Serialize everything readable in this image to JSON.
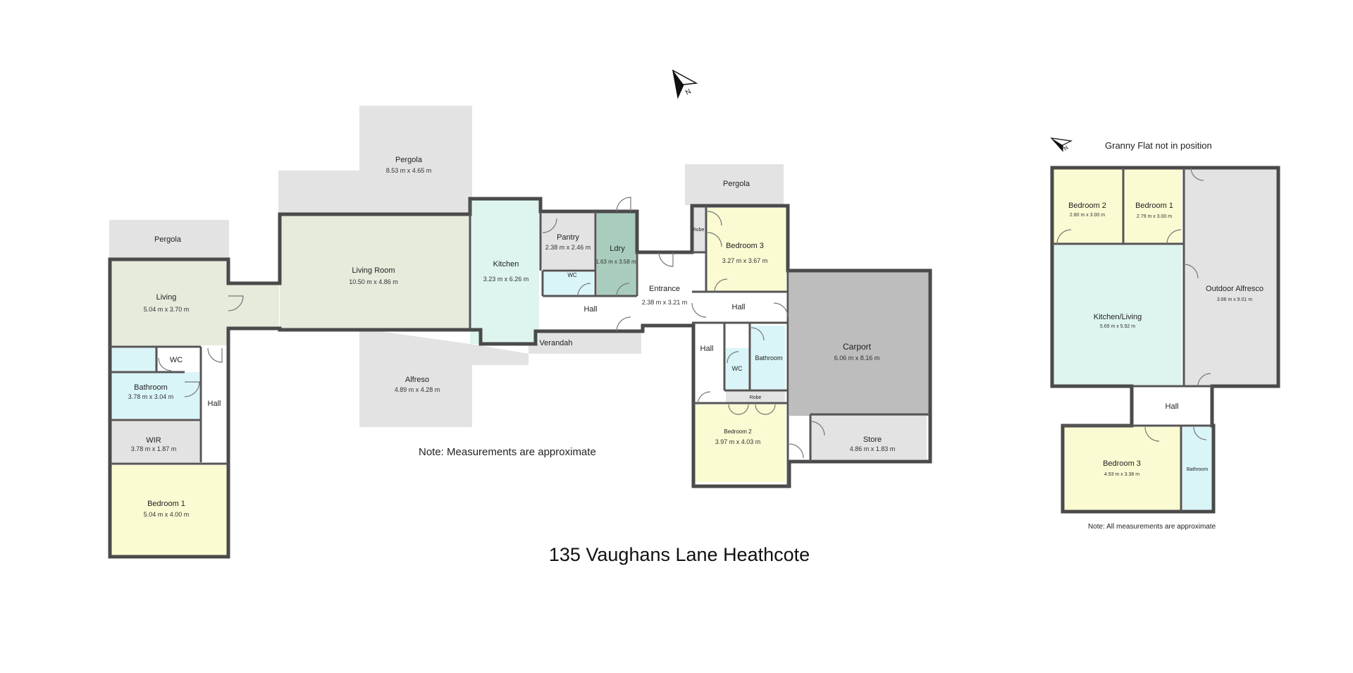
{
  "title": "135 Vaughans Lane Heathcote",
  "notes": {
    "main": "Note: Measurements are approximate",
    "granny": "Note: All measurements are approximate",
    "granny_heading": "Granny Flat not in position"
  },
  "compass": {
    "main": "N",
    "granny": "N"
  },
  "colors": {
    "grey_outdoor": "#e3e3e3",
    "living_green": "#e6ebdc",
    "kitchen_mint": "#def5ef",
    "laundry_green": "#a9cdbd",
    "wet_blue": "#daf5f8",
    "bedroom_yellow": "#fafbd2",
    "carport_grey": "#bdbdbd",
    "wall": "#4a4a4a"
  },
  "rooms": {
    "pergola_west": {
      "name": "Pergola",
      "dim": ""
    },
    "living": {
      "name": "Living",
      "dim": "5.04 m x 3.70 m"
    },
    "wc_west": {
      "name": "WC",
      "dim": ""
    },
    "bathroom_west": {
      "name": "Bathroom",
      "dim": "3.78 m x 3.04 m"
    },
    "hall_west": {
      "name": "Hall",
      "dim": ""
    },
    "wir": {
      "name": "WIR",
      "dim": "3.78 m x 1.87 m"
    },
    "bedroom1": {
      "name": "Bedroom 1",
      "dim": "5.04 m x 4.00 m"
    },
    "pergola_main": {
      "name": "Pergola",
      "dim": "8.53 m x 4.65 m"
    },
    "living_room": {
      "name": "Living Room",
      "dim": "10.50 m x 4.86 m"
    },
    "alfreso": {
      "name": "Alfreso",
      "dim": "4.89 m x 4.28 m"
    },
    "kitchen": {
      "name": "Kitchen",
      "dim": "3.23 m x 6.26 m"
    },
    "pantry": {
      "name": "Pantry",
      "dim": "2.38 m x 2.46 m"
    },
    "wc_mid": {
      "name": "WC",
      "dim": ""
    },
    "ldry": {
      "name": "Ldry",
      "dim": "1.63 m x 3.58 m"
    },
    "hall_mid": {
      "name": "Hall",
      "dim": ""
    },
    "verandah": {
      "name": "Verandah",
      "dim": ""
    },
    "entrance": {
      "name": "Entrance",
      "dim": "2.38 m x 3.21 m"
    },
    "pergola_east": {
      "name": "Pergola",
      "dim": ""
    },
    "robe_1": {
      "name": "Robe",
      "dim": ""
    },
    "bedroom3": {
      "name": "Bedroom 3",
      "dim": "3.27 m x 3.67 m"
    },
    "hall_east": {
      "name": "Hall",
      "dim": ""
    },
    "hall_east_2": {
      "name": "Hall",
      "dim": ""
    },
    "wc_east": {
      "name": "WC",
      "dim": ""
    },
    "bathroom_east": {
      "name": "Bathroom",
      "dim": ""
    },
    "robe_2": {
      "name": "Robe",
      "dim": ""
    },
    "bedroom2": {
      "name": "Bedroom 2",
      "dim": "3.97 m x 4.03 m"
    },
    "carport": {
      "name": "Carport",
      "dim": "6.06 m x 8.16 m"
    },
    "store": {
      "name": "Store",
      "dim": "4.86 m x 1.83 m"
    },
    "gf_bedroom2": {
      "name": "Bedroom 2",
      "dim": "2.80 m x 3.00 m"
    },
    "gf_bedroom1": {
      "name": "Bedroom 1",
      "dim": "2.79 m x 3.00 m"
    },
    "gf_kitchen": {
      "name": "Kitchen/Living",
      "dim": "5.69 m x 5.92 m"
    },
    "gf_alfresco": {
      "name": "Outdoor Alfresco",
      "dim": "3.86 m x 9.01 m"
    },
    "gf_hall": {
      "name": "Hall",
      "dim": ""
    },
    "gf_bedroom3": {
      "name": "Bedroom 3",
      "dim": "4.93 m x 3.38 m"
    },
    "gf_bathroom": {
      "name": "Bathroom",
      "dim": ""
    }
  }
}
